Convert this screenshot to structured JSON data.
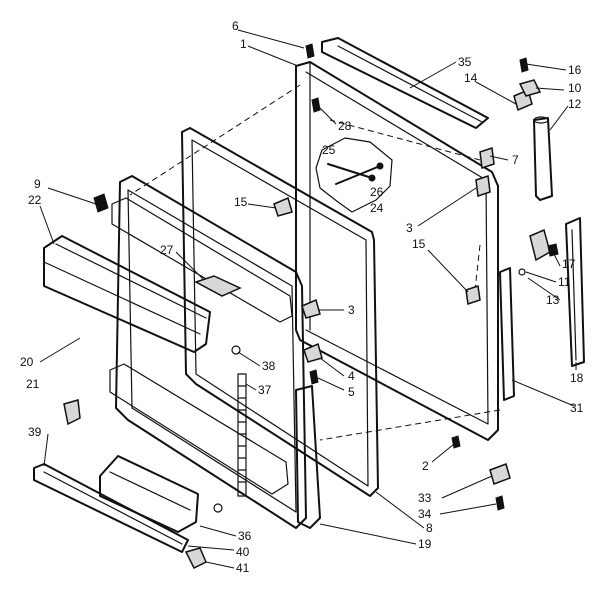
{
  "callouts": [
    {
      "id": "c6",
      "label": "6"
    },
    {
      "id": "c1",
      "label": "1"
    },
    {
      "id": "c35",
      "label": "35"
    },
    {
      "id": "c14",
      "label": "14"
    },
    {
      "id": "c16",
      "label": "16"
    },
    {
      "id": "c10",
      "label": "10"
    },
    {
      "id": "c12",
      "label": "12"
    },
    {
      "id": "c28",
      "label": "28"
    },
    {
      "id": "c25",
      "label": "25"
    },
    {
      "id": "c26",
      "label": "26"
    },
    {
      "id": "c24",
      "label": "24"
    },
    {
      "id": "c7",
      "label": "7"
    },
    {
      "id": "c9",
      "label": "9"
    },
    {
      "id": "c22",
      "label": "22"
    },
    {
      "id": "c15a",
      "label": "15"
    },
    {
      "id": "c3a",
      "label": "3"
    },
    {
      "id": "c15b",
      "label": "15"
    },
    {
      "id": "c27",
      "label": "27"
    },
    {
      "id": "c17",
      "label": "17"
    },
    {
      "id": "c11",
      "label": "11"
    },
    {
      "id": "c13",
      "label": "13"
    },
    {
      "id": "c3b",
      "label": "3"
    },
    {
      "id": "c20",
      "label": "20"
    },
    {
      "id": "c38",
      "label": "38"
    },
    {
      "id": "c4",
      "label": "4"
    },
    {
      "id": "c37",
      "label": "37"
    },
    {
      "id": "c5",
      "label": "5"
    },
    {
      "id": "c21",
      "label": "21"
    },
    {
      "id": "c18",
      "label": "18"
    },
    {
      "id": "c31",
      "label": "31"
    },
    {
      "id": "c39",
      "label": "39"
    },
    {
      "id": "c2",
      "label": "2"
    },
    {
      "id": "c33",
      "label": "33"
    },
    {
      "id": "c34",
      "label": "34"
    },
    {
      "id": "c8",
      "label": "8"
    },
    {
      "id": "c36",
      "label": "36"
    },
    {
      "id": "c19",
      "label": "19"
    },
    {
      "id": "c40",
      "label": "40"
    },
    {
      "id": "c41",
      "label": "41"
    }
  ]
}
